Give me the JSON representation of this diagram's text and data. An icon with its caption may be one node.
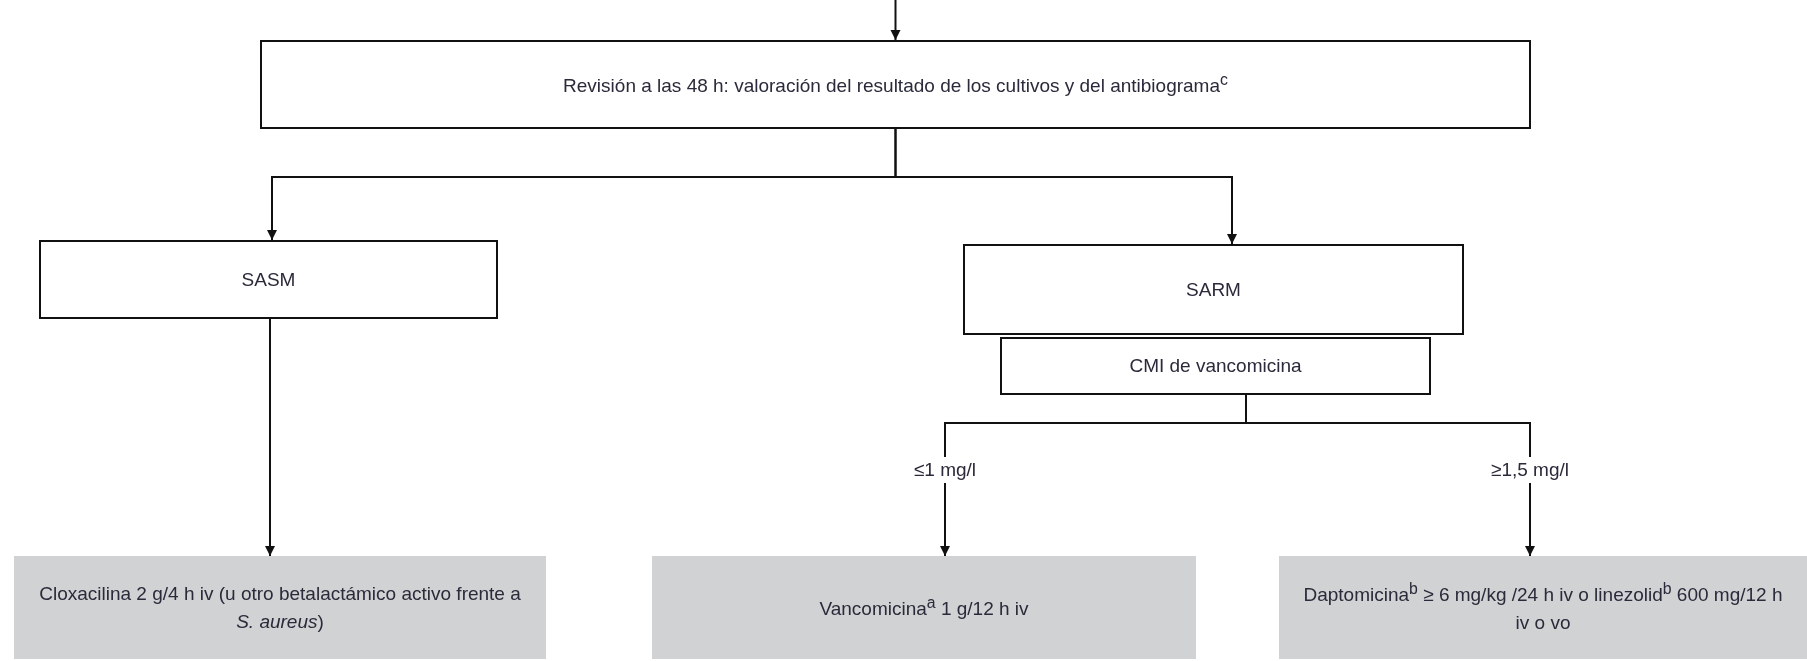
{
  "diagram": {
    "nodes": [
      {
        "text": [
          "Revisión a las 48 h: valoración del resultado de los cultivos y del antibiograma$^{c}$"
        ]
      },
      {
        "text": [
          "SASM"
        ]
      },
      {
        "text": [
          "SARM"
        ]
      },
      {
        "text": [
          "CMI de vancomicina"
        ]
      },
      {
        "text": [
          "Cloxacilina 2 g/4 h iv (u otro betalactámico activo frente a *S. aureus*)"
        ]
      },
      {
        "text": [
          "Vancomicina$^{a}$ 1 g/12 h iv"
        ]
      },
      {
        "text": [
          "Daptomicina$^{b}$ ≥ 6 mg/kg /24 h iv o linezolid$^{b}$ 600 mg/12 h iv o vo"
        ]
      }
    ],
    "edges": [
      {
        "from": null,
        "to": 0,
        "arrow": "to"
      },
      {
        "from": 0,
        "to": 1,
        "arrow": "to"
      },
      {
        "from": 0,
        "to": 2,
        "arrow": "to"
      },
      {
        "from": 1,
        "to": 4,
        "arrow": "to"
      },
      {
        "from": 3,
        "to": 5,
        "arrow": "to",
        "label": "≤1 mg/l"
      },
      {
        "from": 3,
        "to": 6,
        "arrow": "to",
        "label": "≥1,5 mg/l"
      }
    ]
  }
}
